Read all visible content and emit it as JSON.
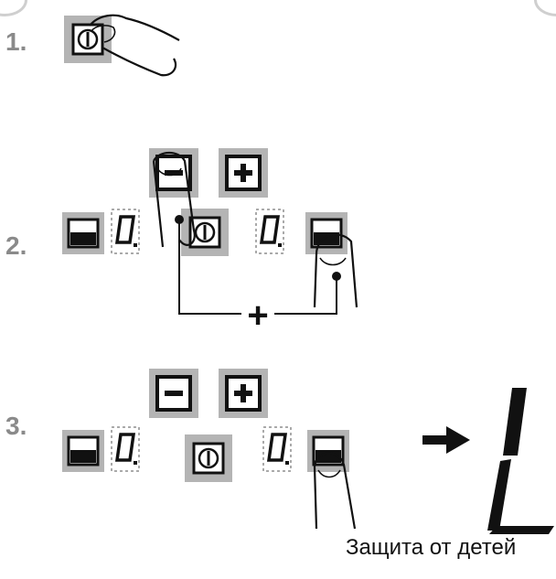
{
  "steps": [
    {
      "label": "1."
    },
    {
      "label": "2."
    },
    {
      "label": "3."
    }
  ],
  "display_digit": "0",
  "result_symbol": "L",
  "combine_symbol": "+",
  "caption": "Защита от детей",
  "icons": {
    "power": "power-icon",
    "minus": "minus-icon",
    "plus": "plus-icon",
    "lock": "child-lock-icon",
    "arrow": "arrow-right-icon",
    "hand": "finger-icon"
  },
  "colors": {
    "button_gray": "#b4b4b4",
    "outline": "#111111",
    "label_gray": "#8a8a8a",
    "dash": "#8e8e8e"
  }
}
